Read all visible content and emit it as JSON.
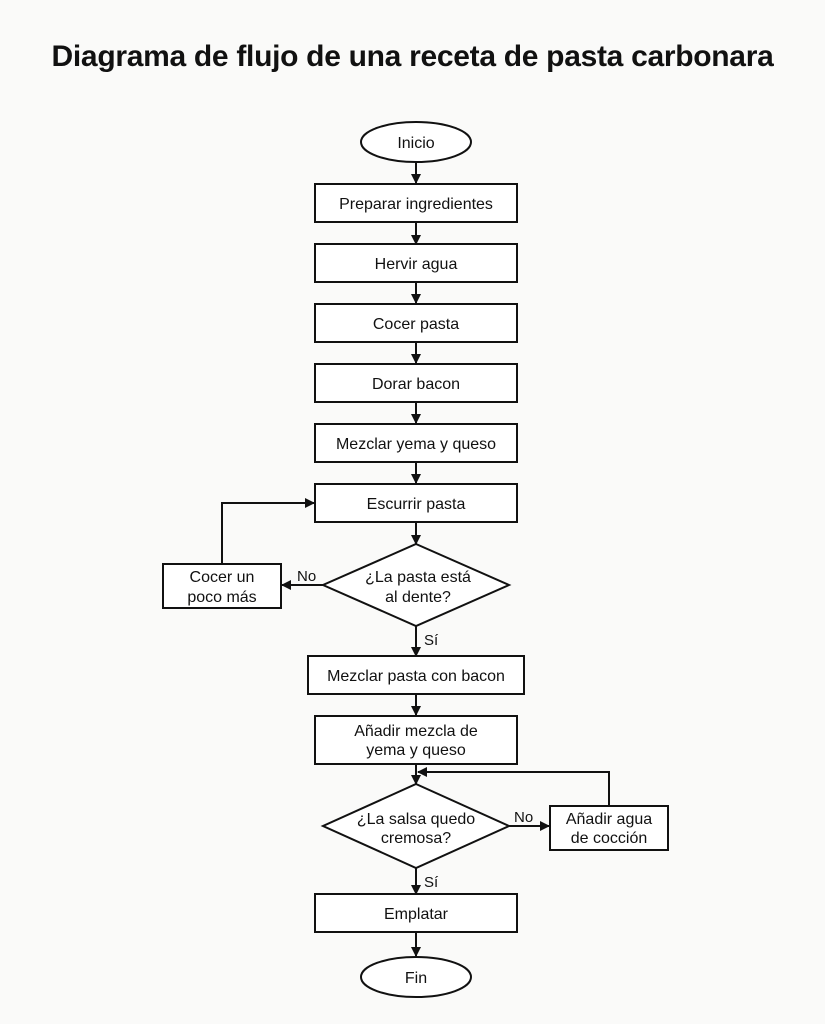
{
  "title": "Diagrama de flujo de una receta de pasta carbonara",
  "nodes": {
    "inicio": "Inicio",
    "preparar": "Preparar ingredientes",
    "hervir": "Hervir agua",
    "cocer": "Cocer pasta",
    "dorar": "Dorar bacon",
    "mezclar_yema": "Mezclar yema y queso",
    "escurrir": "Escurrir pasta",
    "dente_line1": "¿La pasta está",
    "dente_line2": "al dente?",
    "cocer_mas_line1": "Cocer un",
    "cocer_mas_line2": "poco más",
    "mezclar_bacon": "Mezclar pasta con bacon",
    "anadir_line1": "Añadir mezcla de",
    "anadir_line2": "yema y queso",
    "salsa_line1": "¿La salsa quedo",
    "salsa_line2": "cremosa?",
    "agua_line1": "Añadir agua",
    "agua_line2": "de cocción",
    "emplatar": "Emplatar",
    "fin": "Fin"
  },
  "edges": {
    "no_1": "No",
    "si_1": "Sí",
    "no_2": "No",
    "si_2": "Sí"
  }
}
